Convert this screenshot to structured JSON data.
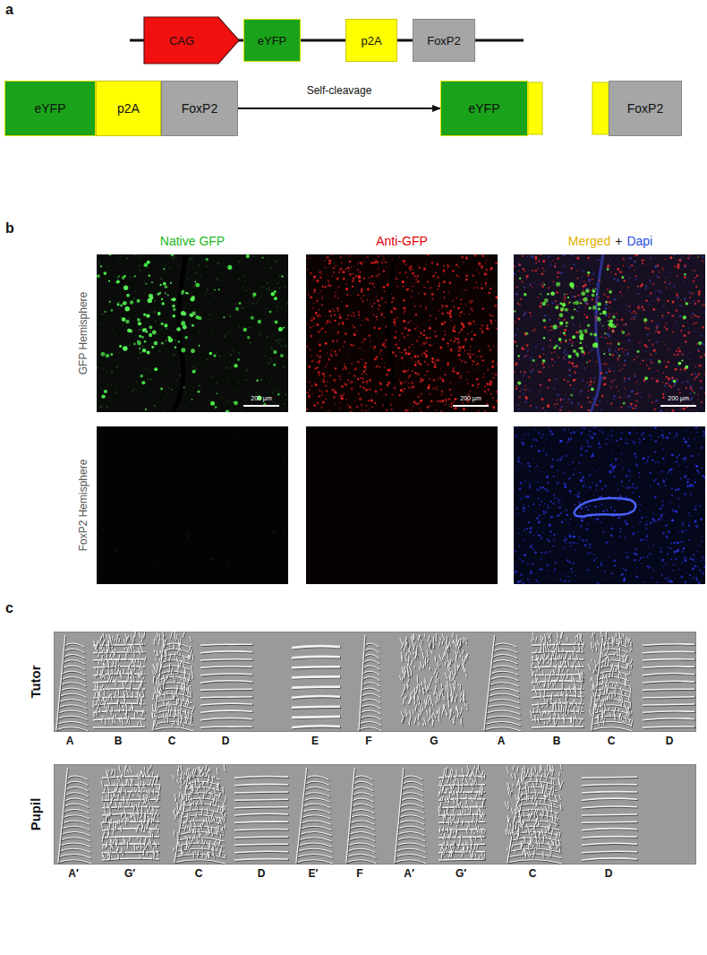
{
  "diagram": {
    "nodes": [
      {
        "text": [
          "CAG"
        ]
      },
      {
        "text": [
          "eYFP"
        ]
      },
      {
        "text": [
          "p2A"
        ]
      },
      {
        "text": [
          "FoxP2"
        ]
      },
      {
        "text": [
          "eYFP"
        ]
      },
      {
        "text": [
          "p2A"
        ]
      },
      {
        "text": [
          "FoxP2"
        ]
      },
      {
        "text": [
          "eYFP"
        ]
      },
      {
        "text": [
          "FoxP2"
        ]
      }
    ],
    "edges": [
      {
        "from": 6,
        "to": 7,
        "arrow": "to",
        "label": "Self-cleavage"
      }
    ],
    "labels": [
      "a",
      "b",
      "Native GFP",
      "Anti-GFP",
      "Merged",
      "+",
      "Dapi",
      "GFP Hemisphere",
      "FoxP2 Hemisphere",
      "200 µm",
      "200 µm",
      "200 µm",
      "c",
      "Tutor",
      "A",
      "B",
      "C",
      "D",
      "E",
      "F",
      "G",
      "A",
      "B",
      "C",
      "D",
      "Pupil",
      "A′",
      "G′",
      "C",
      "D",
      "E′",
      "F",
      "A′",
      "G′",
      "C",
      "D"
    ]
  }
}
